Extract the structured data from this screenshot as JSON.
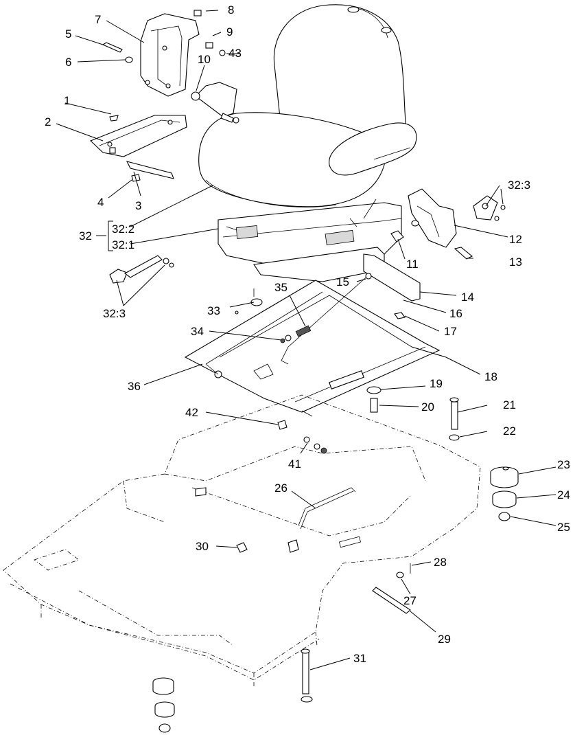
{
  "diagram": {
    "callouts": {
      "c1": "1",
      "c2": "2",
      "c3": "3",
      "c4": "4",
      "c5": "5",
      "c6": "6",
      "c7": "7",
      "c8": "8",
      "c9": "9",
      "c10": "10",
      "c11": "11",
      "c12": "12",
      "c13": "13",
      "c14": "14",
      "c15": "15",
      "c16": "16",
      "c17": "17",
      "c18": "18",
      "c19": "19",
      "c20": "20",
      "c21": "21",
      "c22": "22",
      "c23": "23",
      "c24": "24",
      "c25": "25",
      "c26": "26",
      "c27": "27",
      "c28": "28",
      "c29": "29",
      "c30": "30",
      "c31": "31",
      "c32": "32",
      "c32_2": "32:2",
      "c32_1": "32:1",
      "c32_3_right": "32:3",
      "c32_3_left": "32:3",
      "c33": "33",
      "c34": "34",
      "c35": "35",
      "c36": "36",
      "c41": "41",
      "c42": "42",
      "c43": "43"
    }
  }
}
